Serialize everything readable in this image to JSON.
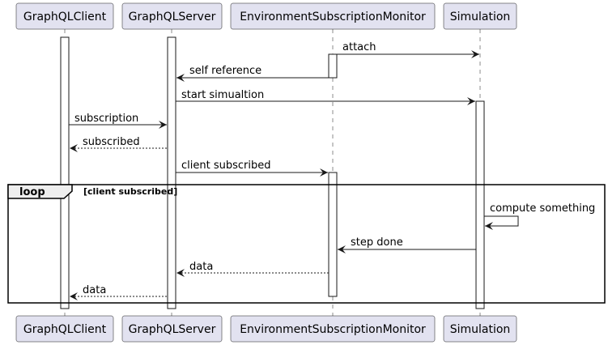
{
  "participants": [
    {
      "id": "client",
      "label": "GraphQLClient"
    },
    {
      "id": "server",
      "label": "GraphQLServer"
    },
    {
      "id": "monitor",
      "label": "EnvironmentSubscriptionMonitor"
    },
    {
      "id": "sim",
      "label": "Simulation"
    }
  ],
  "messages": [
    {
      "from": "monitor",
      "to": "sim",
      "label": "attach",
      "style": "solid"
    },
    {
      "from": "monitor",
      "to": "server",
      "label": "self reference",
      "style": "solid"
    },
    {
      "from": "server",
      "to": "sim",
      "label": "start simualtion",
      "style": "solid"
    },
    {
      "from": "client",
      "to": "server",
      "label": "subscription",
      "style": "solid"
    },
    {
      "from": "server",
      "to": "client",
      "label": "subscribed",
      "style": "dashed"
    },
    {
      "from": "server",
      "to": "monitor",
      "label": "client subscribed",
      "style": "solid"
    },
    {
      "from": "sim",
      "to": "sim",
      "label": "compute something",
      "style": "solid"
    },
    {
      "from": "sim",
      "to": "monitor",
      "label": "step done",
      "style": "solid"
    },
    {
      "from": "monitor",
      "to": "server",
      "label": "data",
      "style": "dashed"
    },
    {
      "from": "server",
      "to": "client",
      "label": "data",
      "style": "dashed"
    }
  ],
  "fragments": [
    {
      "keyword": "loop",
      "guard": "[client subscribed]"
    }
  ]
}
